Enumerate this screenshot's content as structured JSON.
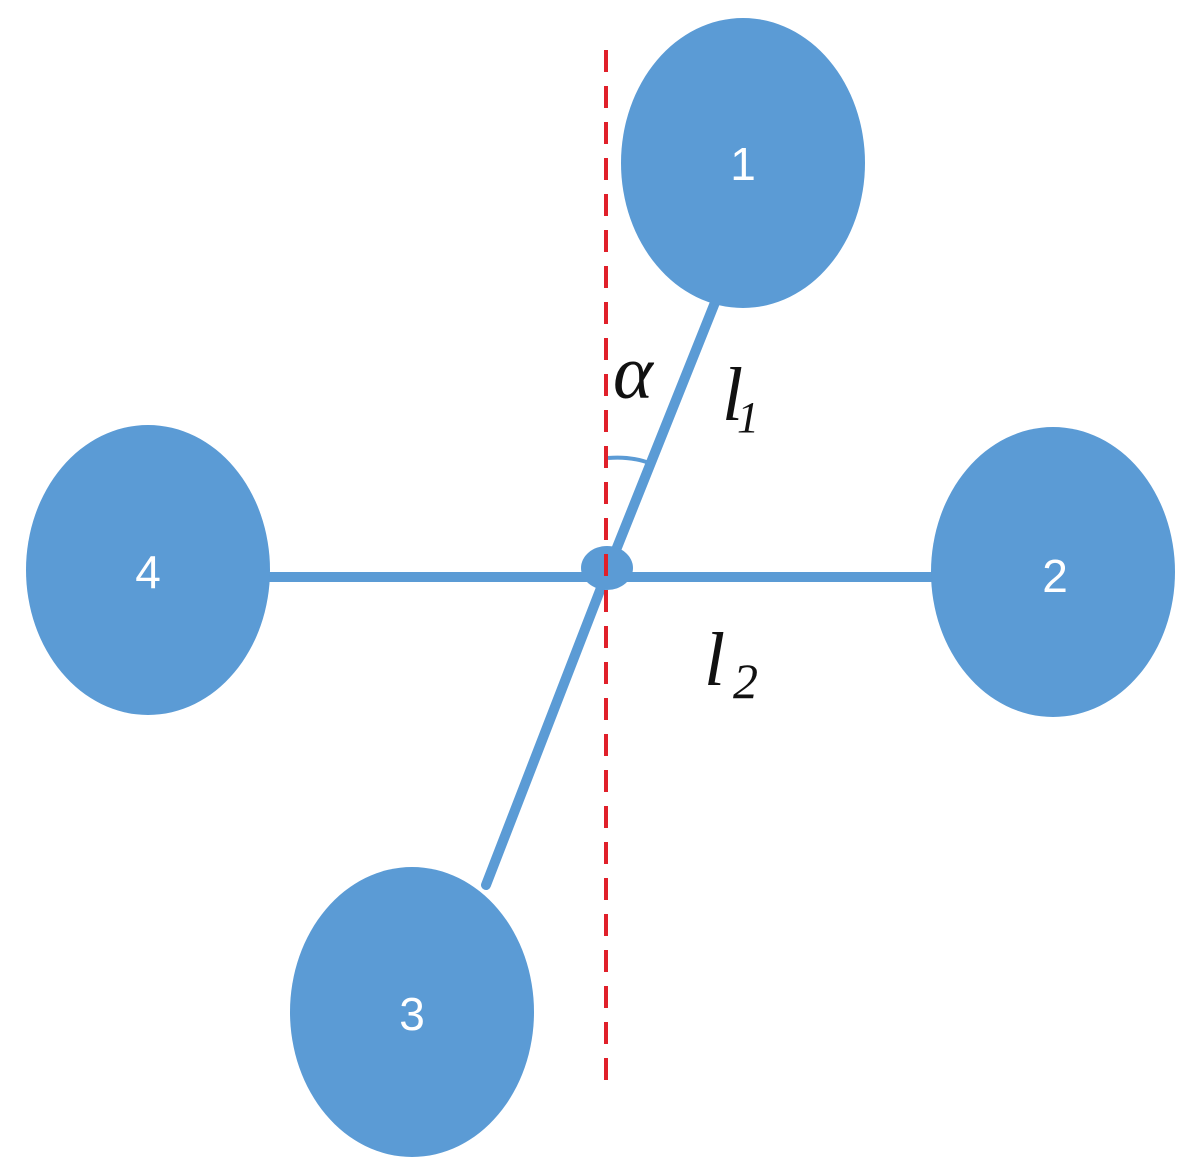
{
  "colors": {
    "node_fill": "#5b9bd5",
    "arm": "#5b9bd5",
    "reference_line": "#e0202a",
    "label_text": "#ffffff",
    "math_text": "#111111"
  },
  "nodes": [
    {
      "label": "1"
    },
    {
      "label": "2"
    },
    {
      "label": "3"
    },
    {
      "label": "4"
    }
  ],
  "annotations": {
    "angle": "α",
    "arm1": {
      "base": "l",
      "sub": "1"
    },
    "arm2": {
      "base": "l",
      "sub": "2"
    }
  }
}
